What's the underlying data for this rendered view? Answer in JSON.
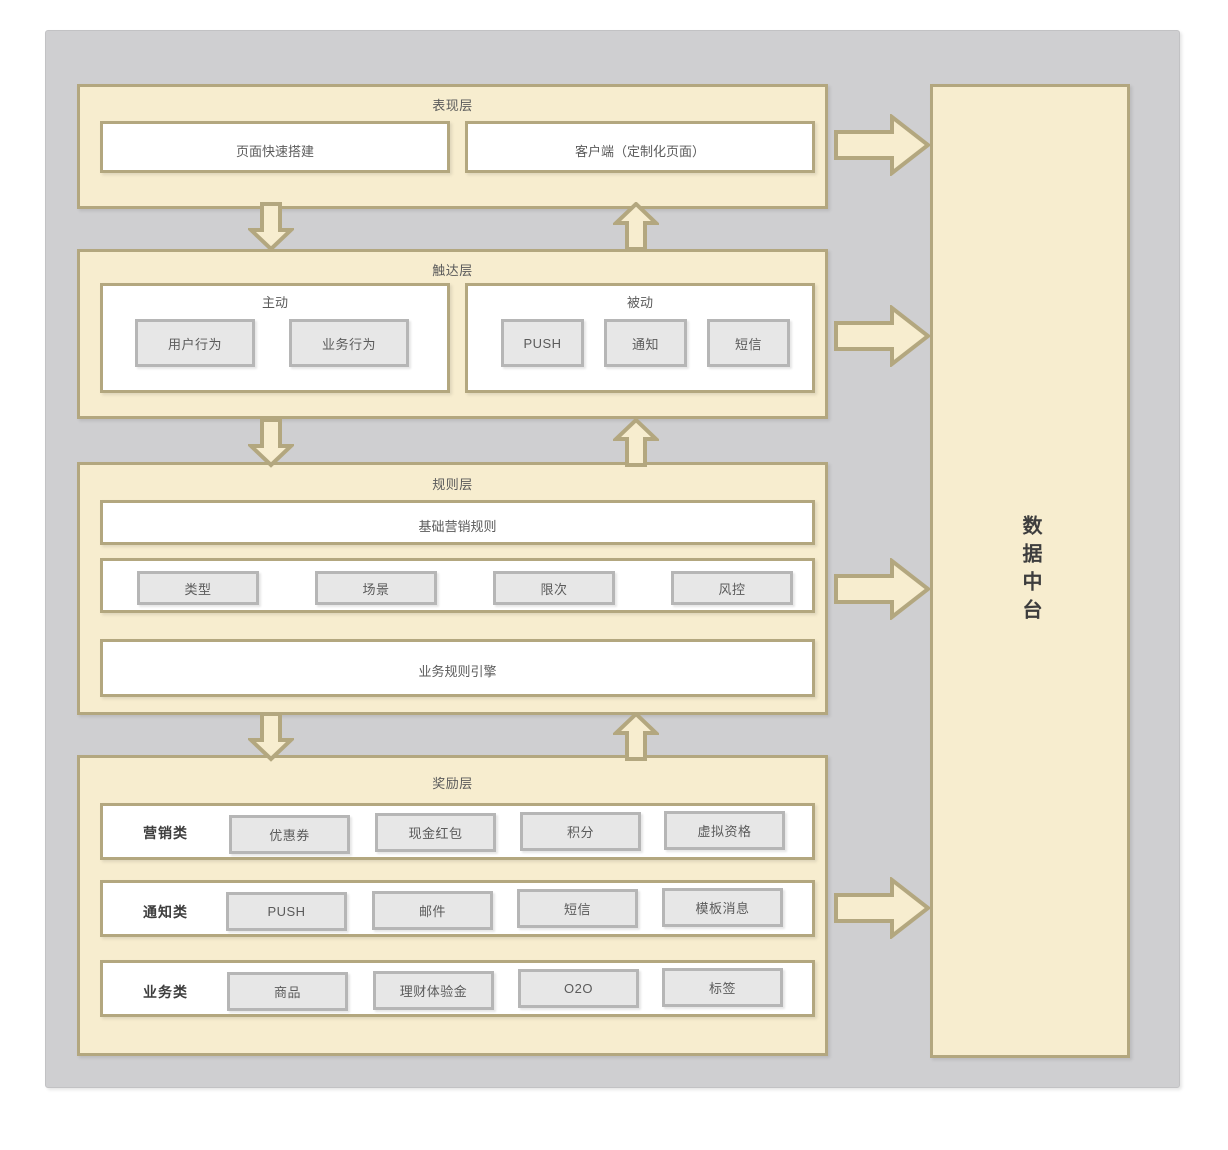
{
  "diagram": {
    "title_vertical_right": "数据中台",
    "colors": {
      "canvas_gray": "#cfcfd1",
      "layer_cream": "#f7edcf",
      "layer_border_tan": "#b3a77f",
      "panel_white": "#ffffff",
      "chip_gray": "#e7e7e7",
      "chip_border_gray": "#b6b6b6",
      "text_gray": "#5b5b5b",
      "text_dark": "#3d3d3d"
    },
    "layers": [
      {
        "id": "presentation",
        "title": "表现层",
        "panels": [
          {
            "text": "页面快速搭建"
          },
          {
            "text": "客户端（定制化页面）"
          }
        ]
      },
      {
        "id": "reach",
        "title": "触达层",
        "panels": [
          {
            "title": "主动",
            "chips": [
              "用户行为",
              "业务行为"
            ]
          },
          {
            "title": "被动",
            "chips": [
              "PUSH",
              "通知",
              "短信"
            ]
          }
        ]
      },
      {
        "id": "rule",
        "title": "规则层",
        "panels": [
          {
            "text": "基础营销规则"
          },
          {
            "chips": [
              "类型",
              "场景",
              "限次",
              "风控"
            ]
          },
          {
            "text": "业务规则引擎"
          }
        ]
      },
      {
        "id": "reward",
        "title": "奖励层",
        "panels": [
          {
            "label": "营销类",
            "chips": [
              "优惠券",
              "现金红包",
              "积分",
              "虚拟资格"
            ]
          },
          {
            "label": "通知类",
            "chips": [
              "PUSH",
              "邮件",
              "短信",
              "模板消息"
            ]
          },
          {
            "label": "业务类",
            "chips": [
              "商品",
              "理财体验金",
              "O2O",
              "标签"
            ]
          }
        ]
      }
    ],
    "connectors": {
      "right_arrows_count": 4,
      "vertical_pairs_count": 3,
      "down_arrow_name": "arrow-down",
      "up_arrow_name": "arrow-up",
      "right_arrow_name": "arrow-right"
    }
  }
}
